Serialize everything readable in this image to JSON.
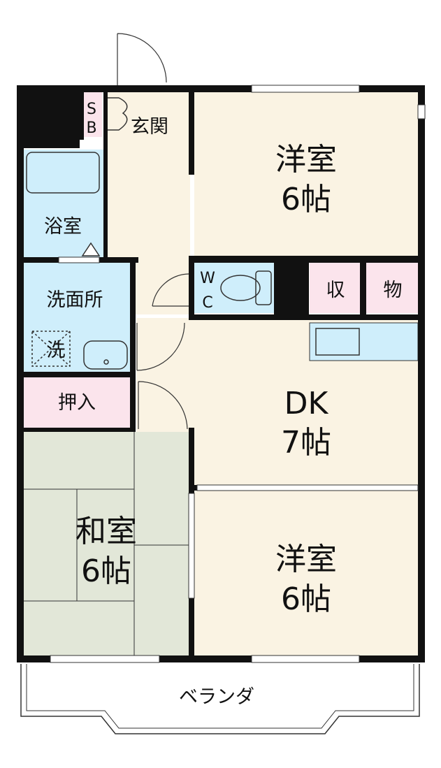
{
  "colors": {
    "wall": "#111111",
    "western_room_floor": "#faf3e3",
    "hallway_floor": "#faf3e3",
    "bath_area": "#cfeefb",
    "storage": "#fbe4ec",
    "tatami": "#e2e7d8",
    "kitchen_counter": "#cfeefb"
  },
  "rooms": {
    "entrance": "玄関",
    "shoe_box_s": "S",
    "shoe_box_b": "B",
    "bathroom": "浴室",
    "washroom": "洗面所",
    "washer": "洗",
    "wc_w": "W",
    "wc_c": "C",
    "storage_left": "収",
    "storage_right": "物",
    "oshiire": "押入",
    "western_top": {
      "name": "洋室",
      "size": "6帖"
    },
    "dk": {
      "name": "DK",
      "size": "7帖"
    },
    "washitsu": {
      "name": "和室",
      "size": "6帖"
    },
    "western_bottom": {
      "name": "洋室",
      "size": "6帖"
    },
    "veranda": "ベランダ"
  }
}
